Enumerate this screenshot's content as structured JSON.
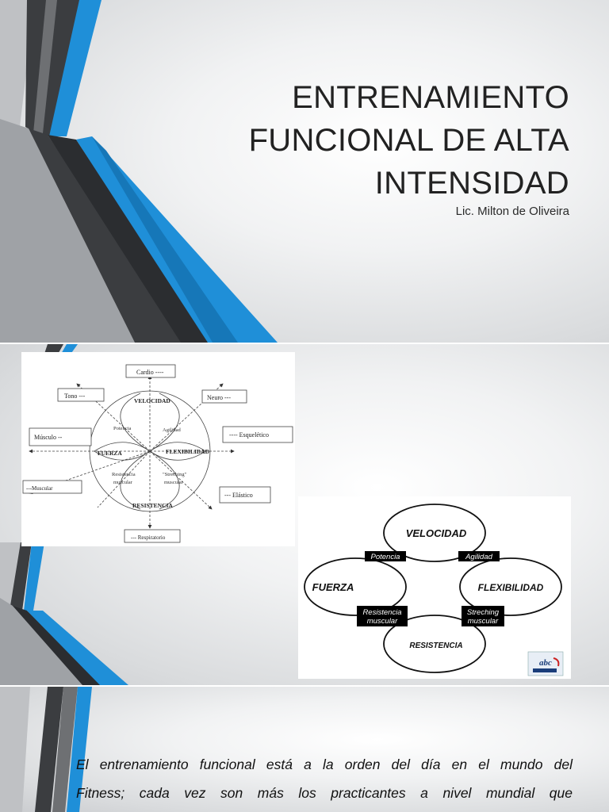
{
  "slide1": {
    "title_lines": [
      "ENTRENAMIENTO",
      "FUNCIONAL DE ALTA",
      "INTENSIDAD"
    ],
    "subtitle": "Lic. Milton de Oliveira"
  },
  "slide2": {
    "diagram_sketch": {
      "boxes": {
        "cardio": "Cardio ----",
        "tono": "Tono ---",
        "neuro": "Neuro ---",
        "musculo": "Músculo --",
        "esqueletico": "---- Esquelético",
        "muscular": "---Muscular",
        "elastico": "--- Elástico",
        "respiratorio": "--- Respiratorio"
      },
      "circle_labels": {
        "velocidad": "VELOCIDAD",
        "fuerza": "FUERZA",
        "flexibilidad": "FLEXIBILIDAD",
        "resistencia": "RESISTENCIA",
        "potencia": "Potencia",
        "agilidad": "Agilidad",
        "resistencia_muscular_1": "Resistencia",
        "resistencia_muscular_2": "muscular",
        "streching_1": "\"Streching\"",
        "streching_2": "muscular"
      }
    },
    "diagram_clean": {
      "ovals": {
        "velocidad": "VELOCIDAD",
        "fuerza": "FUERZA",
        "flexibilidad": "FLEXIBILIDAD",
        "resistencia": "RESISTENCIA"
      },
      "tags": {
        "potencia": "Potencia",
        "agilidad": "Agilidad",
        "resistencia_muscular_1": "Resistencia",
        "resistencia_muscular_2": "muscular",
        "streching_muscular_1": "Streching",
        "streching_muscular_2": "muscular"
      },
      "logo_text": "abc"
    }
  },
  "slide3": {
    "lines": [
      "El entrenamiento funcional está a la orden del día en el mundo del",
      "Fitness; cada vez son más los practicantes a nivel mundial que"
    ]
  },
  "colors": {
    "accent_blue": "#1f8fd8",
    "dark_band": "#3b3d40",
    "grey_band": "#6e7073"
  }
}
